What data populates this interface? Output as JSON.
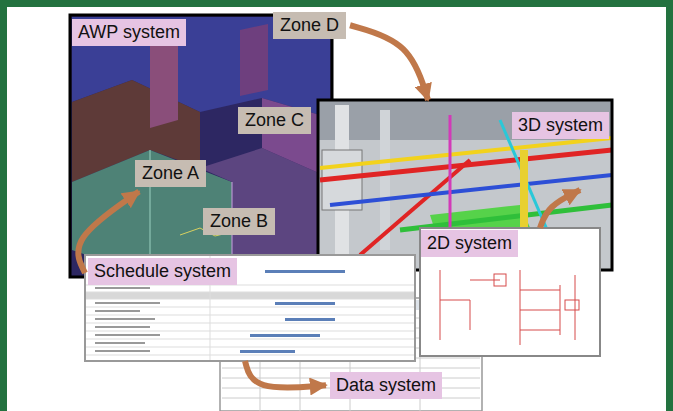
{
  "diagram": {
    "nodes": [
      {
        "text": [
          "AWP system"
        ]
      },
      {
        "text": [
          "Zone D"
        ],
        "in": 0
      },
      {
        "text": [
          "Zone C"
        ],
        "in": 0
      },
      {
        "text": [
          "Zone A"
        ],
        "in": 0
      },
      {
        "text": [
          "Zone B"
        ],
        "in": 0
      },
      {
        "text": [
          "3D system"
        ]
      },
      {
        "text": [
          "2D system"
        ]
      },
      {
        "text": [
          "Schedule system"
        ]
      },
      {
        "text": [
          "Data system"
        ]
      }
    ],
    "edges": [
      {
        "from": 1,
        "to": 5,
        "arrow": "to"
      },
      {
        "from": 6,
        "to": 5,
        "arrow": "to"
      },
      {
        "from": 7,
        "to": 3,
        "arrow": "to"
      },
      {
        "from": 7,
        "to": 8,
        "arrow": "to"
      }
    ]
  }
}
